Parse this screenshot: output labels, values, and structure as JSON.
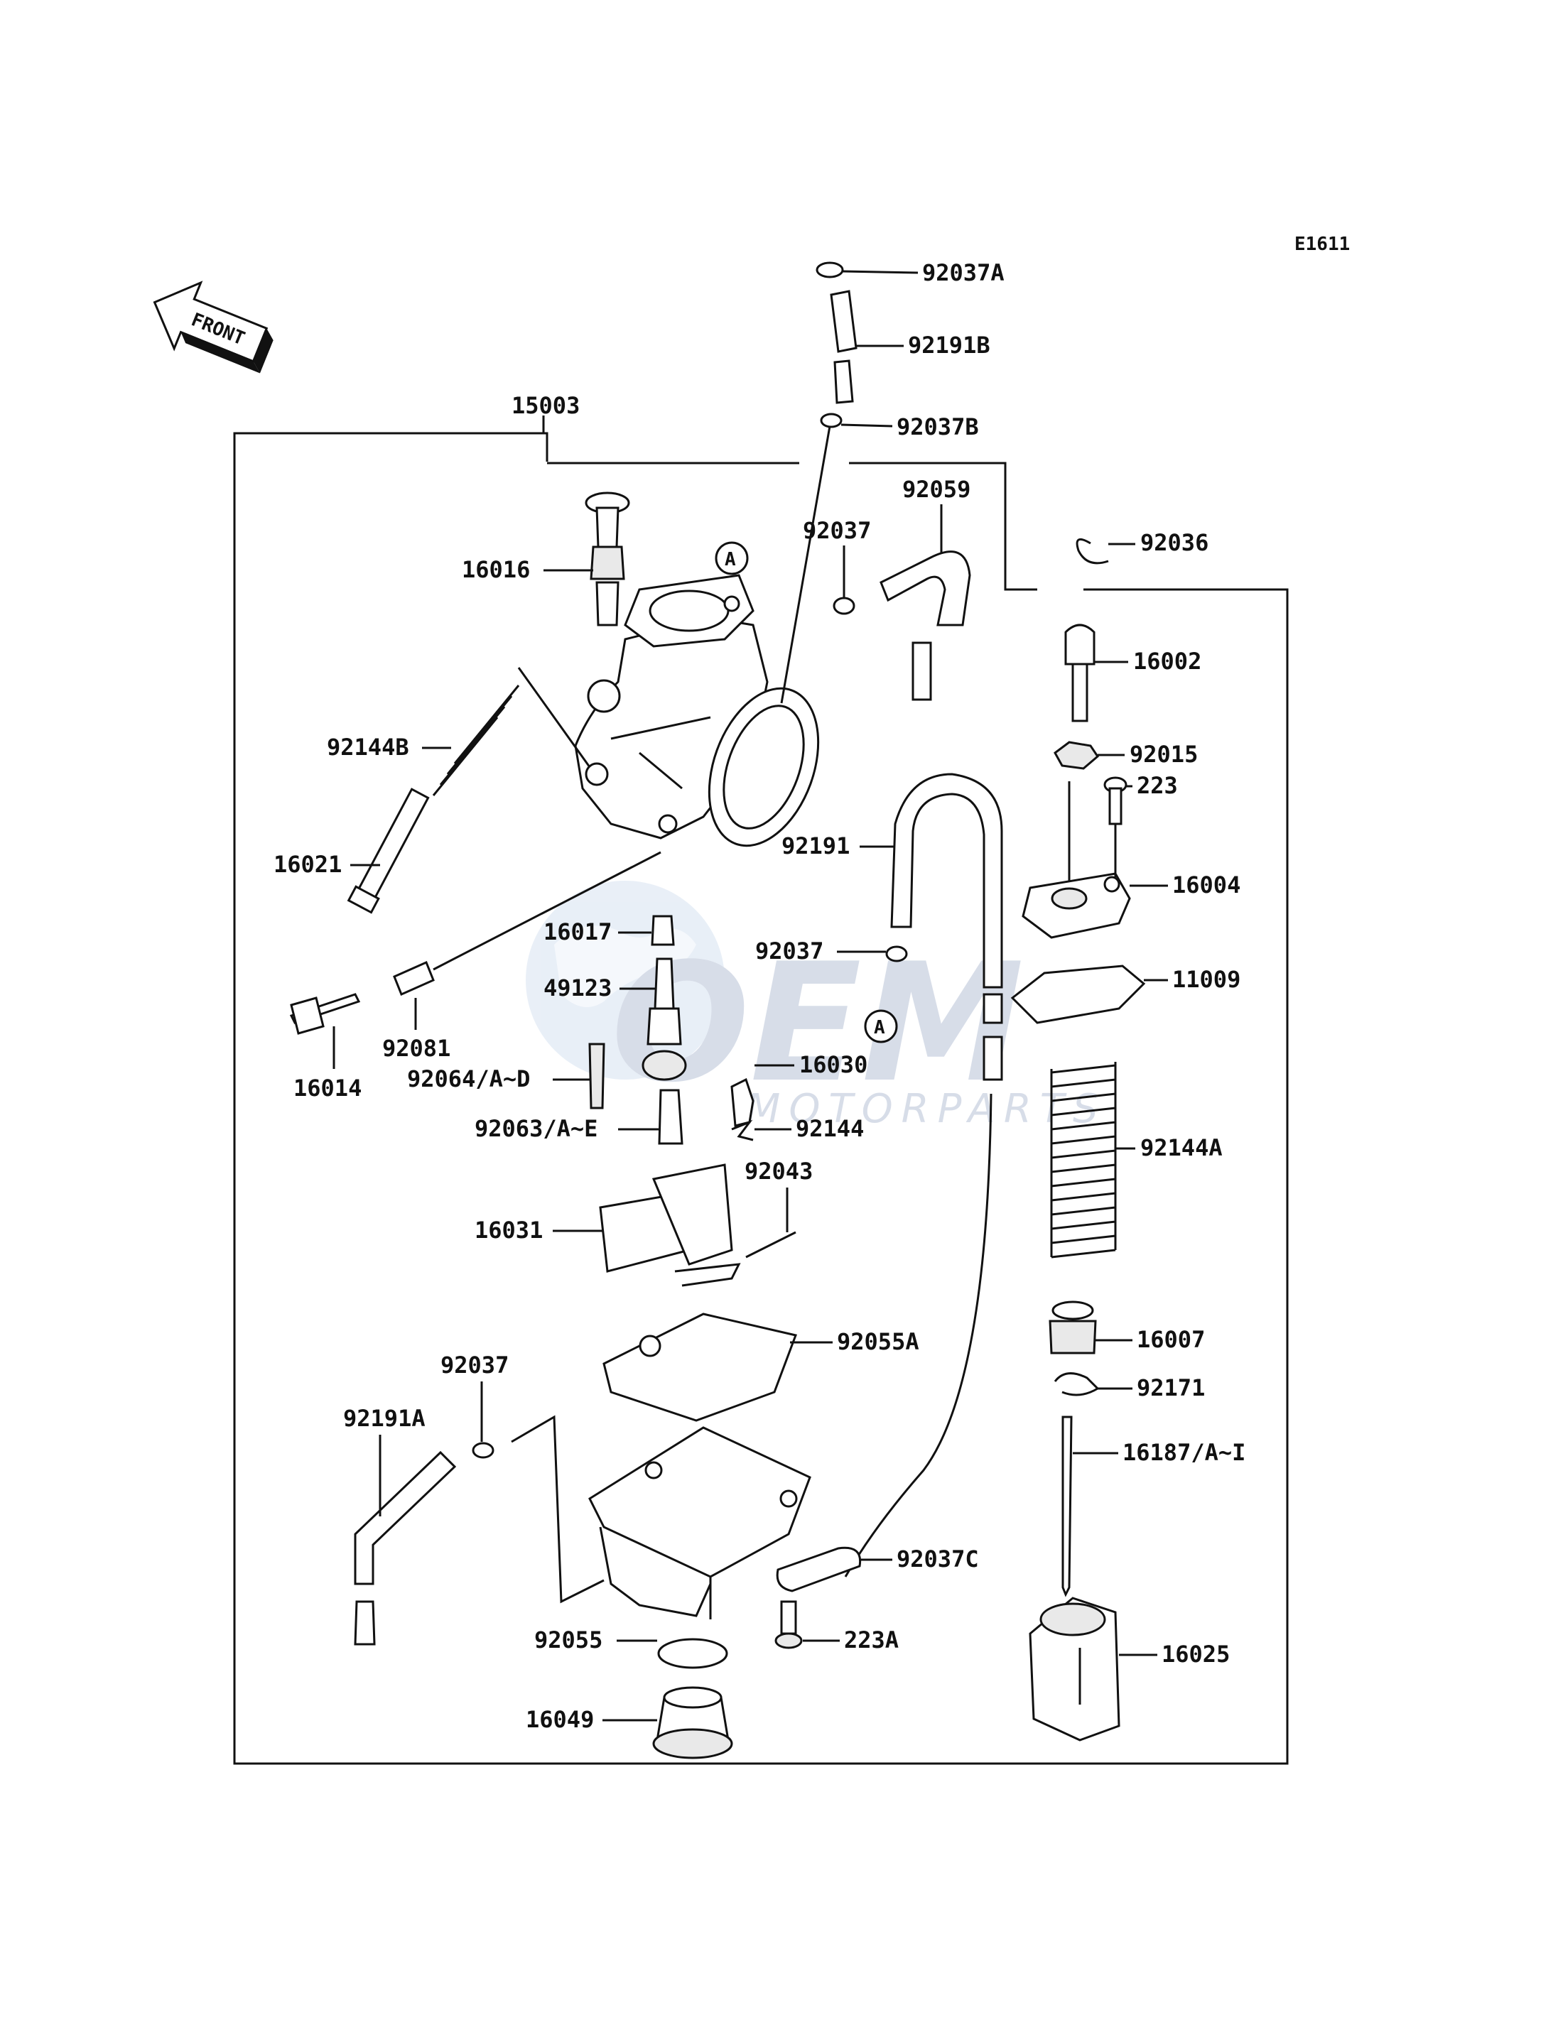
{
  "diagram_code": "E1611",
  "front_label": "FRONT",
  "watermark": {
    "logo_text": "OEM",
    "sub_text": "MOTORPARTS"
  },
  "callout_marker": "A",
  "parts": [
    {
      "id": "p-15003",
      "label": "15003"
    },
    {
      "id": "p-92037A",
      "label": "92037A"
    },
    {
      "id": "p-92191B",
      "label": "92191B"
    },
    {
      "id": "p-92037B",
      "label": "92037B"
    },
    {
      "id": "p-92059",
      "label": "92059"
    },
    {
      "id": "p-92037-top",
      "label": "92037"
    },
    {
      "id": "p-92036",
      "label": "92036"
    },
    {
      "id": "p-16016",
      "label": "16016"
    },
    {
      "id": "p-16002",
      "label": "16002"
    },
    {
      "id": "p-92144B",
      "label": "92144B"
    },
    {
      "id": "p-92015",
      "label": "92015"
    },
    {
      "id": "p-223",
      "label": "223"
    },
    {
      "id": "p-92191",
      "label": "92191"
    },
    {
      "id": "p-16021",
      "label": "16021"
    },
    {
      "id": "p-16004",
      "label": "16004"
    },
    {
      "id": "p-16017",
      "label": "16017"
    },
    {
      "id": "p-92037-mid",
      "label": "92037"
    },
    {
      "id": "p-11009",
      "label": "11009"
    },
    {
      "id": "p-49123",
      "label": "49123"
    },
    {
      "id": "p-92081",
      "label": "92081"
    },
    {
      "id": "p-16014",
      "label": "16014"
    },
    {
      "id": "p-92064",
      "label": "92064/A~D"
    },
    {
      "id": "p-16030",
      "label": "16030"
    },
    {
      "id": "p-92063",
      "label": "92063/A~E"
    },
    {
      "id": "p-92144",
      "label": "92144"
    },
    {
      "id": "p-92144A",
      "label": "92144A"
    },
    {
      "id": "p-92043",
      "label": "92043"
    },
    {
      "id": "p-16031",
      "label": "16031"
    },
    {
      "id": "p-92055A",
      "label": "92055A"
    },
    {
      "id": "p-16007",
      "label": "16007"
    },
    {
      "id": "p-92037-low",
      "label": "92037"
    },
    {
      "id": "p-92171",
      "label": "92171"
    },
    {
      "id": "p-92191A",
      "label": "92191A"
    },
    {
      "id": "p-16187",
      "label": "16187/A~I"
    },
    {
      "id": "p-92037C",
      "label": "92037C"
    },
    {
      "id": "p-92055",
      "label": "92055"
    },
    {
      "id": "p-223A",
      "label": "223A"
    },
    {
      "id": "p-16025",
      "label": "16025"
    },
    {
      "id": "p-16049",
      "label": "16049"
    }
  ]
}
